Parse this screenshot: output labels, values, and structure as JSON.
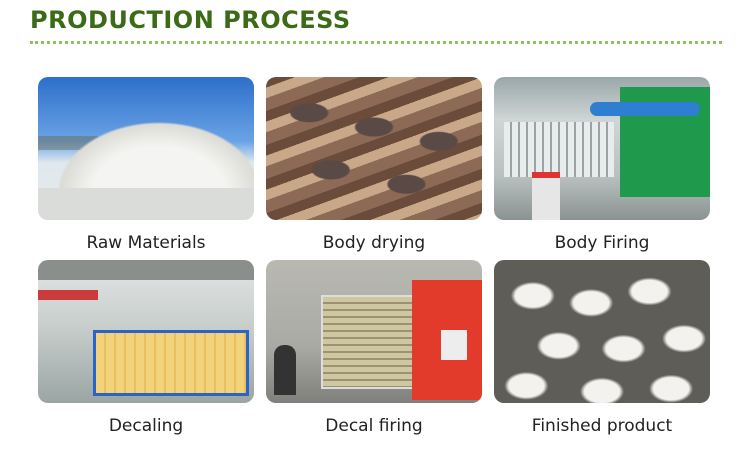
{
  "header": {
    "title": "PRODUCTION PROCESS"
  },
  "colors": {
    "title": "#3b6b16",
    "divider": "#8fc25b"
  },
  "steps": [
    {
      "label": "Raw Materials",
      "image": "white-clay-pile-photo"
    },
    {
      "label": "Body drying",
      "image": "plates-on-drying-racks-photo"
    },
    {
      "label": "Body Firing",
      "image": "firing-kiln-photo"
    },
    {
      "label": "Decaling",
      "image": "workshop-decaling-photo"
    },
    {
      "label": "Decal firing",
      "image": "decal-kiln-photo"
    },
    {
      "label": "Finished product",
      "image": "stacked-plates-photo"
    }
  ]
}
